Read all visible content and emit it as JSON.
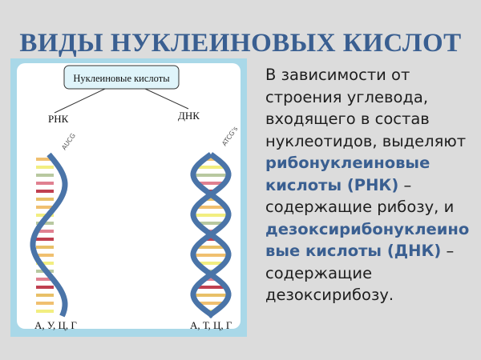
{
  "slide": {
    "title": "ВИДЫ НУКЛЕИНОВЫХ КИСЛОТ",
    "accent_color": "#3a5f91",
    "figure": {
      "root_label": "Нуклеиновые кислоты",
      "left_label": "РНК",
      "right_label": "ДНК",
      "left_bases_tag": "AUCG",
      "right_bases_tag": "ATCG's",
      "left_bases": "А, У, Ц, Г",
      "right_bases": "А, Т, Ц, Г"
    },
    "body_lines": [
      {
        "text": "В  зависимости от",
        "highlight": false
      },
      {
        "text": "строения углевода,",
        "highlight": false
      },
      {
        "text": "входящего в состав",
        "highlight": false
      },
      {
        "text": "нуклеотидов, выделяют",
        "highlight": false
      },
      {
        "text": "рибонуклеиновые",
        "highlight": true
      },
      {
        "text": "кислоты (РНК)",
        "highlight": true,
        "suffix": " –"
      },
      {
        "text": "содержащие рибозу, и",
        "highlight": false
      },
      {
        "text": "дезоксирибонуклеино",
        "highlight": true
      },
      {
        "text": "вые кислоты (ДНК)",
        "highlight": true,
        "suffix": " –"
      },
      {
        "text": "содержащие",
        "highlight": false
      },
      {
        "text": "дезоксирибозу.",
        "highlight": false
      }
    ]
  }
}
